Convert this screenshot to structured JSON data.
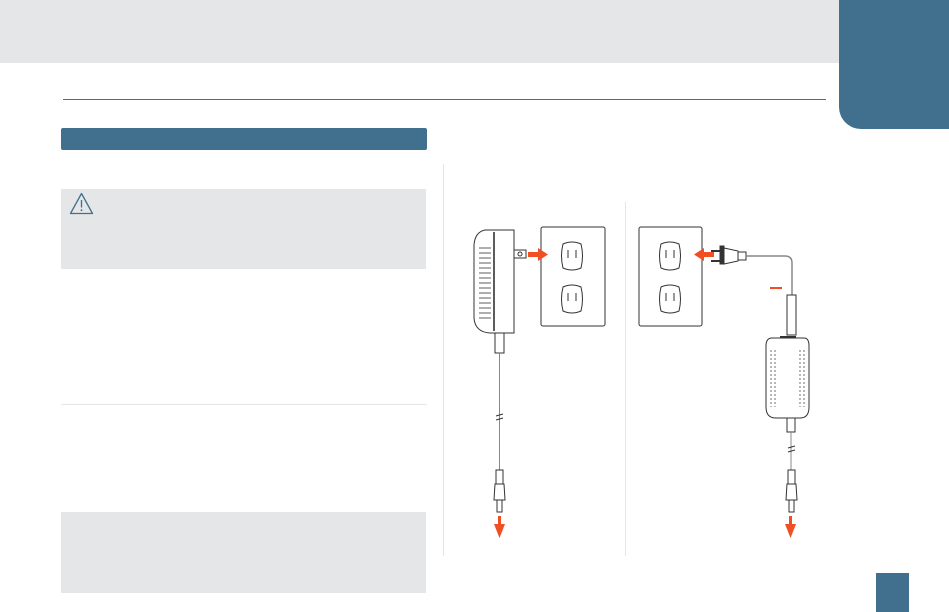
{
  "colors": {
    "accent": "#41708f",
    "panel": "#e5e6e8",
    "arrow": "#f04e23"
  },
  "icons": [
    "warning-icon",
    "wall-adapter",
    "wall-outlet",
    "desktop-power-brick",
    "arrow-icon"
  ]
}
